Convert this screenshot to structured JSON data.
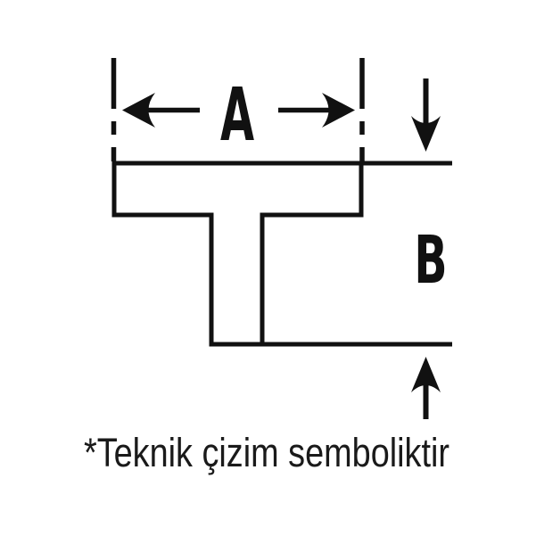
{
  "canvas": {
    "background": "#ffffff",
    "ink_color": "#111111"
  },
  "diagram": {
    "label_a": "A",
    "label_b": "B",
    "footnote": "*Teknik çizim semboliktir"
  },
  "icons": {
    "dim_arrow_left": "←",
    "dim_arrow_right": "→",
    "dim_arrow_down": "↓",
    "dim_arrow_up": "↑"
  }
}
